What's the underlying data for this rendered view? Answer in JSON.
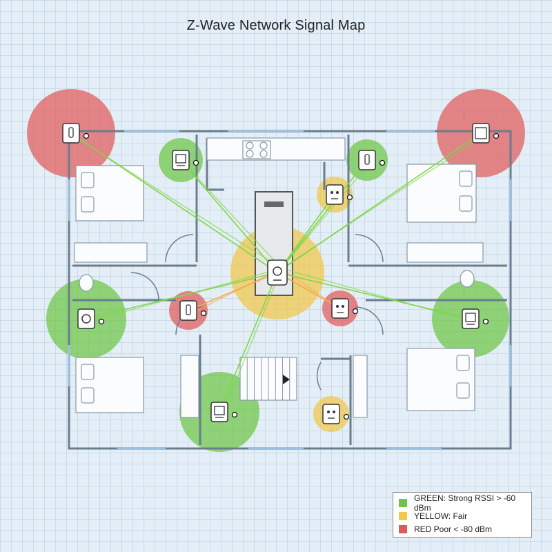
{
  "title": "Z-Wave Network Signal Map",
  "colors": {
    "strong": "#6cc644",
    "fair": "#f0c84a",
    "poor": "#e05a5a",
    "link_green": "#7fd64a",
    "link_orange": "#f5a84a",
    "wall": "#6a7d8e"
  },
  "hub": {
    "name": "z-wave-hub",
    "signal": "fair"
  },
  "devices": [
    {
      "name": "device-top-left-switch",
      "signal": "poor",
      "icon": "wall-switch-icon"
    },
    {
      "name": "device-kitchen-thermostat",
      "signal": "strong",
      "icon": "thermostat-icon"
    },
    {
      "name": "device-kitchen-outlet",
      "signal": "fair",
      "icon": "outlet-icon"
    },
    {
      "name": "device-top-right-sensor",
      "signal": "strong",
      "icon": "door-sensor-icon"
    },
    {
      "name": "device-top-right-panel",
      "signal": "poor",
      "icon": "control-panel-icon"
    },
    {
      "name": "device-left-camera",
      "signal": "strong",
      "icon": "camera-icon"
    },
    {
      "name": "device-hall-left-switch",
      "signal": "poor",
      "icon": "wall-switch-icon"
    },
    {
      "name": "device-hall-right-outlet",
      "signal": "poor",
      "icon": "outlet-icon"
    },
    {
      "name": "device-right-thermostat",
      "signal": "strong",
      "icon": "thermostat-icon"
    },
    {
      "name": "device-stair-controller",
      "signal": "strong",
      "icon": "controller-icon"
    },
    {
      "name": "device-bottom-outlet",
      "signal": "fair",
      "icon": "outlet-icon"
    }
  ],
  "legend": [
    {
      "label": "GREEN: Strong RSSI > -60 dBm",
      "color": "#6cc644"
    },
    {
      "label": "YELLOW: Fair",
      "color": "#f0c84a"
    },
    {
      "label": "RED Poor < -80 dBm",
      "color": "#e05a5a"
    }
  ]
}
